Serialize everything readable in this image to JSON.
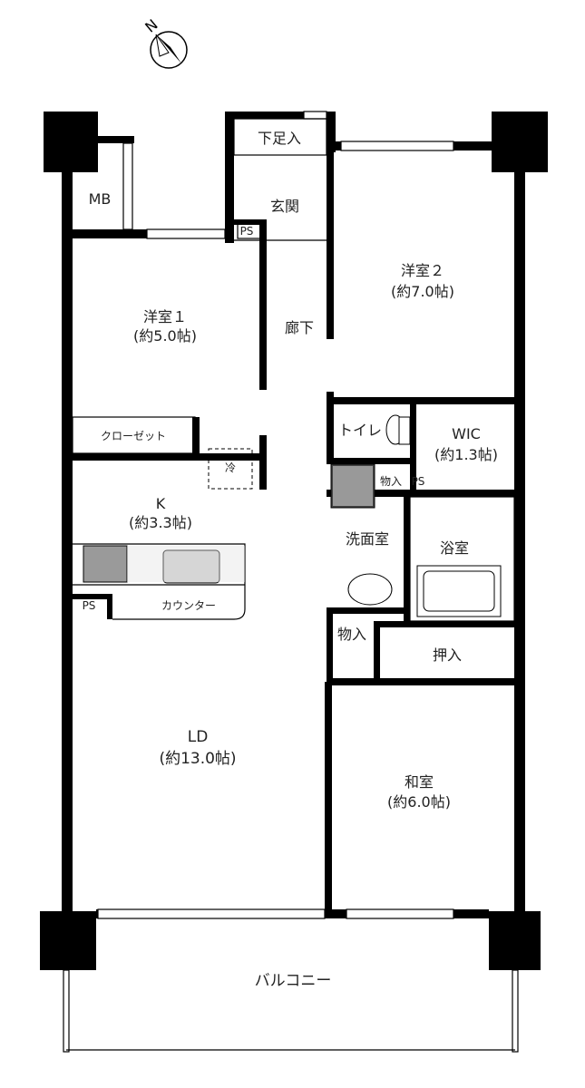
{
  "rooms": {
    "western1": {
      "name": "洋室１",
      "size": "(約5.0帖)"
    },
    "western2": {
      "name": "洋室２",
      "size": "(約7.0帖)"
    },
    "kitchen": {
      "name": "K",
      "size": "(約3.3帖)"
    },
    "living_dining": {
      "name": "LD",
      "size": "(約13.0帖)"
    },
    "japanese": {
      "name": "和室",
      "size": "(約6.0帖)"
    },
    "wic": {
      "name": "WIC",
      "size": "(約1.3帖)"
    }
  },
  "labels": {
    "shoe_storage": "下足入",
    "entrance": "玄関",
    "corridor": "廊下",
    "meter_box": "MB",
    "pipe_space": "PS",
    "closet": "クローゼット",
    "fridge": "冷",
    "counter": "カウンター",
    "toilet": "トイレ",
    "storage": "物入",
    "washroom": "洗面室",
    "bathroom": "浴室",
    "closet_futon": "押入",
    "balcony": "バルコニー"
  },
  "compass": {
    "direction": "N"
  }
}
